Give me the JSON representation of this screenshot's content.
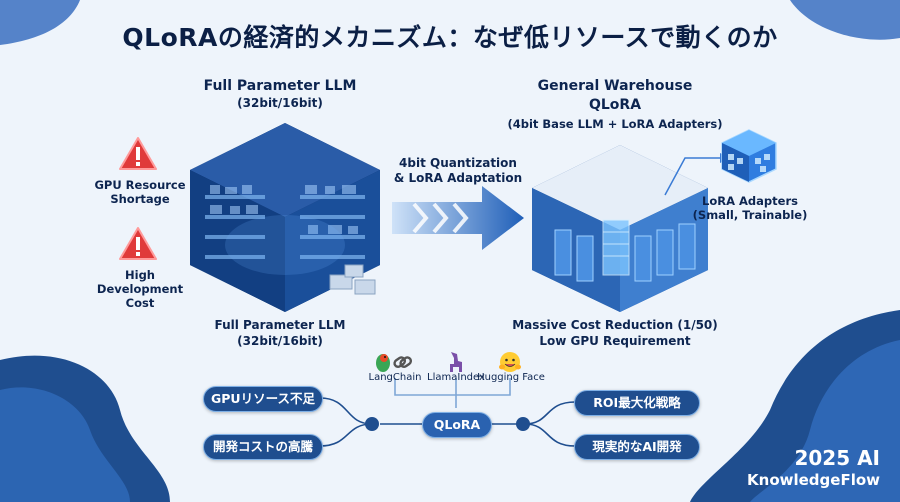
{
  "title": "QLoRAの経済的メカニズム：なぜ低リソースで動くのか",
  "left": {
    "heading": "Full Parameter LLM",
    "heading_sub": "(32bit/16bit)",
    "caption": "Full Parameter LLM",
    "caption_sub": "(32bit/16bit)",
    "warnings": [
      {
        "label": "GPU Resource\nShortage"
      },
      {
        "label": "High Development\nCost"
      }
    ]
  },
  "arrow": {
    "label": "4bit Quantization\n& LoRA Adaptation"
  },
  "right": {
    "heading": "General Warehouse",
    "heading2": "QLoRA",
    "heading_sub": "(4bit Base LLM + LoRA Adapters)",
    "adapter_label": "LoRA Adapters\n(Small, Trainable)",
    "caption": "Massive Cost Reduction (1/50)",
    "caption_sub": "Low GPU Requirement"
  },
  "flow": {
    "inputs": [
      "GPUリソース不足",
      "開発コストの高騰"
    ],
    "center": "QLoRA",
    "outputs": [
      "ROI最大化戦略",
      "現実的なAI開発"
    ],
    "tools": [
      {
        "name": "LangChain",
        "icon": "parrot-link-icon"
      },
      {
        "name": "LlamaIndex",
        "icon": "llama-icon"
      },
      {
        "name": "Hugging Face",
        "icon": "hugging-face-icon"
      }
    ]
  },
  "brand": {
    "line1": "2025 AI",
    "line2": "KnowledgeFlow"
  },
  "colors": {
    "navy": "#1f4e8f",
    "accent": "#3a7bd5",
    "warning": "#e03a3a",
    "background": "#eef4fb"
  }
}
